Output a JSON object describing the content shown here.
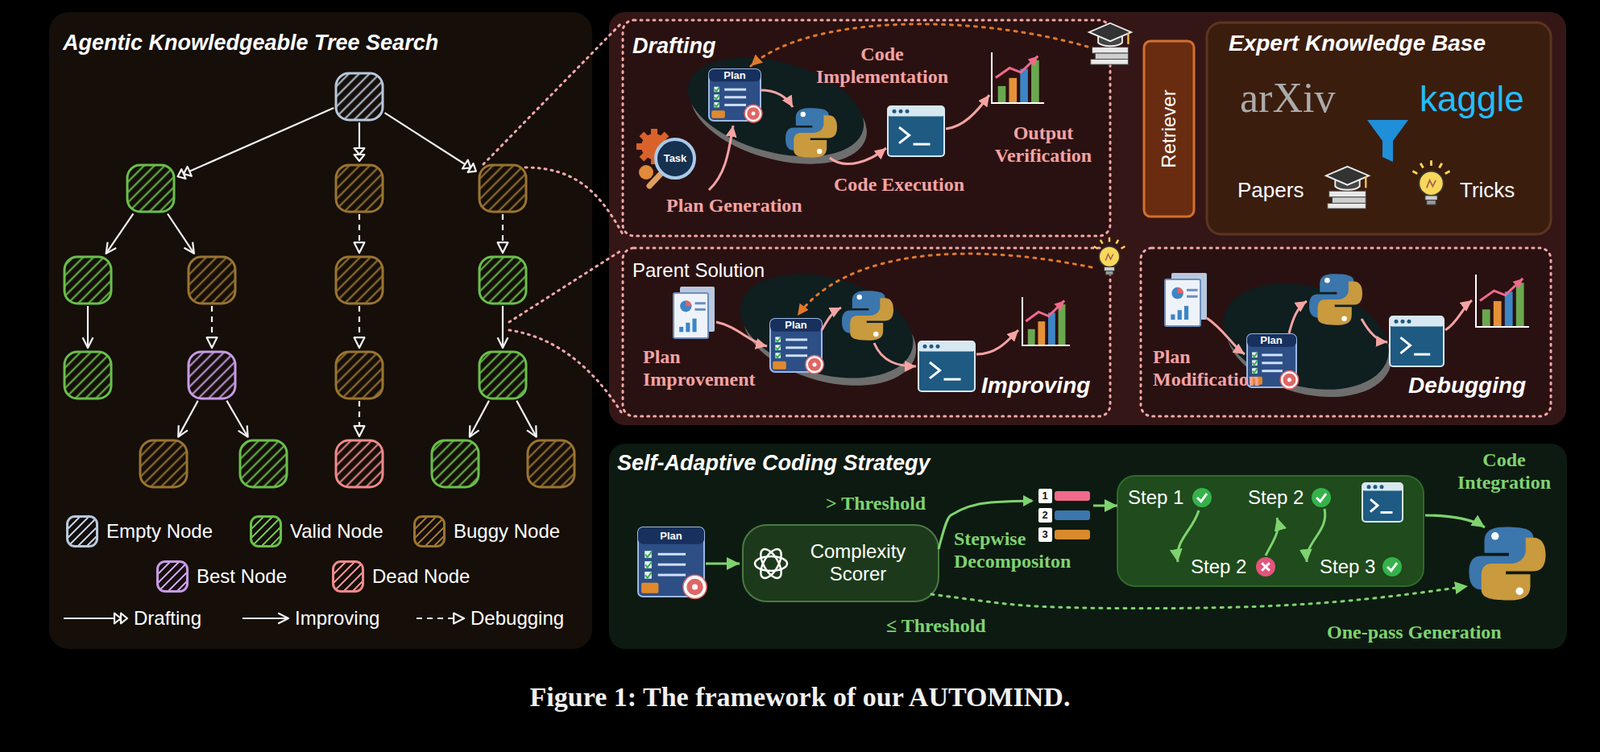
{
  "diagram": {
    "caption": "Figure 1: The framework of our AUTOMIND.",
    "nodes": [
      {
        "text": [
          "Agentic Knowledgeable Tree Search"
        ]
      },
      {
        "text": [
          "Drafting",
          "Code Implementation",
          "Output Verification",
          "Code Execution",
          "Plan Generation"
        ]
      },
      {
        "text": [
          "Retriever"
        ]
      },
      {
        "text": [
          "Expert Knowledge Base",
          "Papers",
          "Tricks"
        ]
      },
      {
        "text": [
          "Parent Solution",
          "Plan Improvement",
          "Improving"
        ]
      },
      {
        "text": [
          "Plan Modification",
          "Debugging"
        ]
      },
      {
        "text": [
          "Self-Adaptive Coding Strategy",
          "Code Integration",
          "Stepwise Decompositon",
          "≤ Threshold",
          "One-pass Generation"
        ]
      },
      {
        "text": [
          "Complexity Scorer"
        ],
        "in": 6
      },
      {
        "text": [
          "Step 1",
          "Step 2",
          "Step 2",
          "Step 3"
        ],
        "in": 6
      }
    ],
    "edges": [
      {
        "from": 7,
        "to": 8,
        "arrow": "to",
        "label": "> Threshold"
      }
    ],
    "labels": [
      "Plan",
      "arXiv",
      "kaggle",
      "Task",
      "Plan",
      "Plan",
      "1",
      "2",
      "3",
      "Plan"
    ],
    "legend": [
      {
        "text": "Empty Node",
        "color": "#b9c8dc"
      },
      {
        "text": "Valid Node",
        "color": "#6abf4b"
      },
      {
        "text": "Buggy Node",
        "color": "#9a7430"
      },
      {
        "text": "Best Node",
        "color": "#c89be6"
      },
      {
        "text": "Dead Node",
        "color": "#f08a8a"
      },
      {
        "text": "Drafting"
      },
      {
        "text": "Improving"
      },
      {
        "text": "Debugging"
      }
    ]
  }
}
